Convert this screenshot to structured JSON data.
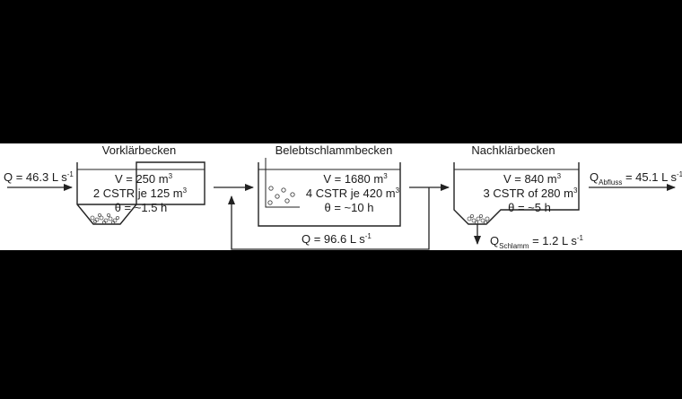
{
  "tanks": {
    "vorklaer": {
      "title": "Vorklärbecken",
      "volume_main": "V = 250 m",
      "volume_sup": "3",
      "cstr_main": "2 CSTR je 125 m",
      "cstr_sup": "3",
      "theta": "θ = ~1.5 h"
    },
    "belebt": {
      "title": "Belebtschlammbecken",
      "volume_main": "V = 1680 m",
      "volume_sup": "3",
      "cstr_main": "4 CSTR je 420 m",
      "cstr_sup": "3",
      "theta": "θ = ~10 h"
    },
    "nachklaer": {
      "title": "Nachklärbecken",
      "volume_main": "V = 840 m",
      "volume_sup": "3",
      "cstr_main": "3 CSTR of 280 m",
      "cstr_sup": "3",
      "theta": "θ = ~5 h"
    }
  },
  "flows": {
    "inflow": {
      "main": "Q = 46.3 L s",
      "sup": "-1"
    },
    "recycle": {
      "main": "Q = 96.6 L s",
      "sup": "-1"
    },
    "outflow": {
      "q": "Q",
      "sub": "Abfluss",
      "main": " = 45.1 L s",
      "sup": "-1"
    },
    "sludge": {
      "q": "Q",
      "sub": "Schlamm",
      "main": " = 1.2 L s",
      "sup": "-1"
    }
  }
}
